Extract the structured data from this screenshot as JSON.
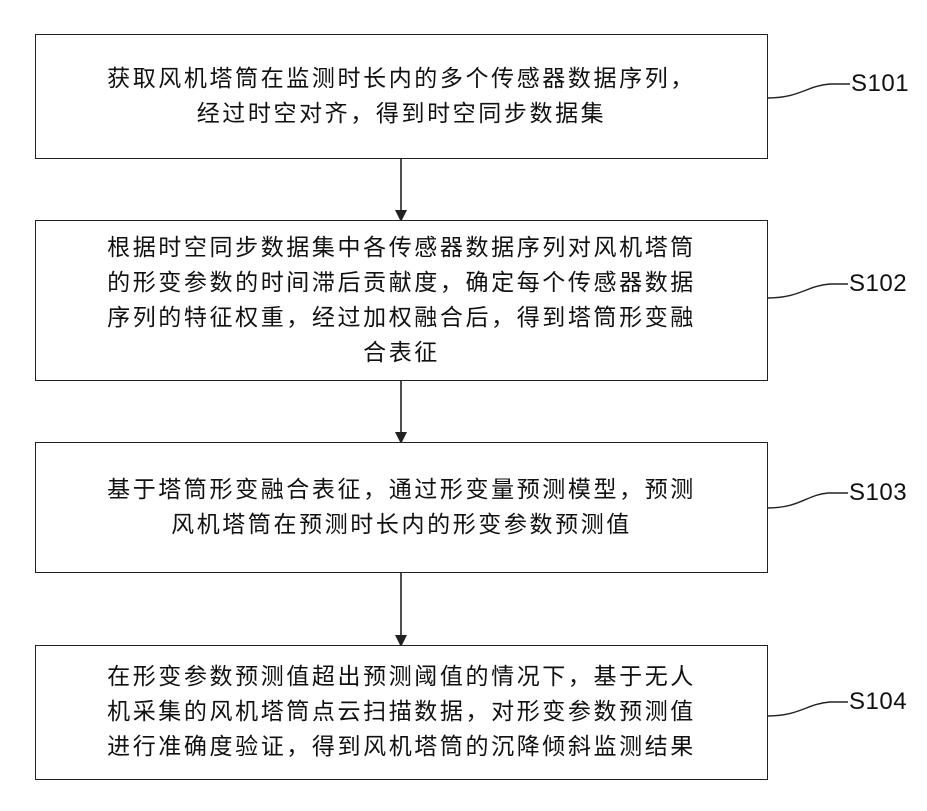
{
  "flowchart": {
    "steps": [
      {
        "id": "S101",
        "text": "获取风机塔筒在监测时长内的多个传感器数据序列，\n经过时空对齐，得到时空同步数据集"
      },
      {
        "id": "S102",
        "text": "根据时空同步数据集中各传感器数据序列对风机塔筒\n的形变参数的时间滞后贡献度，确定每个传感器数据\n序列的特征权重，经过加权融合后，得到塔筒形变融\n合表征"
      },
      {
        "id": "S103",
        "text": "基于塔筒形变融合表征，通过形变量预测模型，预测\n风机塔筒在预测时长内的形变参数预测值"
      },
      {
        "id": "S104",
        "text": "在形变参数预测值超出预测阈值的情况下，基于无人\n机采集的风机塔筒点云扫描数据，对形变参数预测值\n进行准确度验证，得到风机塔筒的沉降倾斜监测结果"
      }
    ]
  },
  "colors": {
    "line": "#222222",
    "text": "#111111",
    "background": "#ffffff"
  }
}
